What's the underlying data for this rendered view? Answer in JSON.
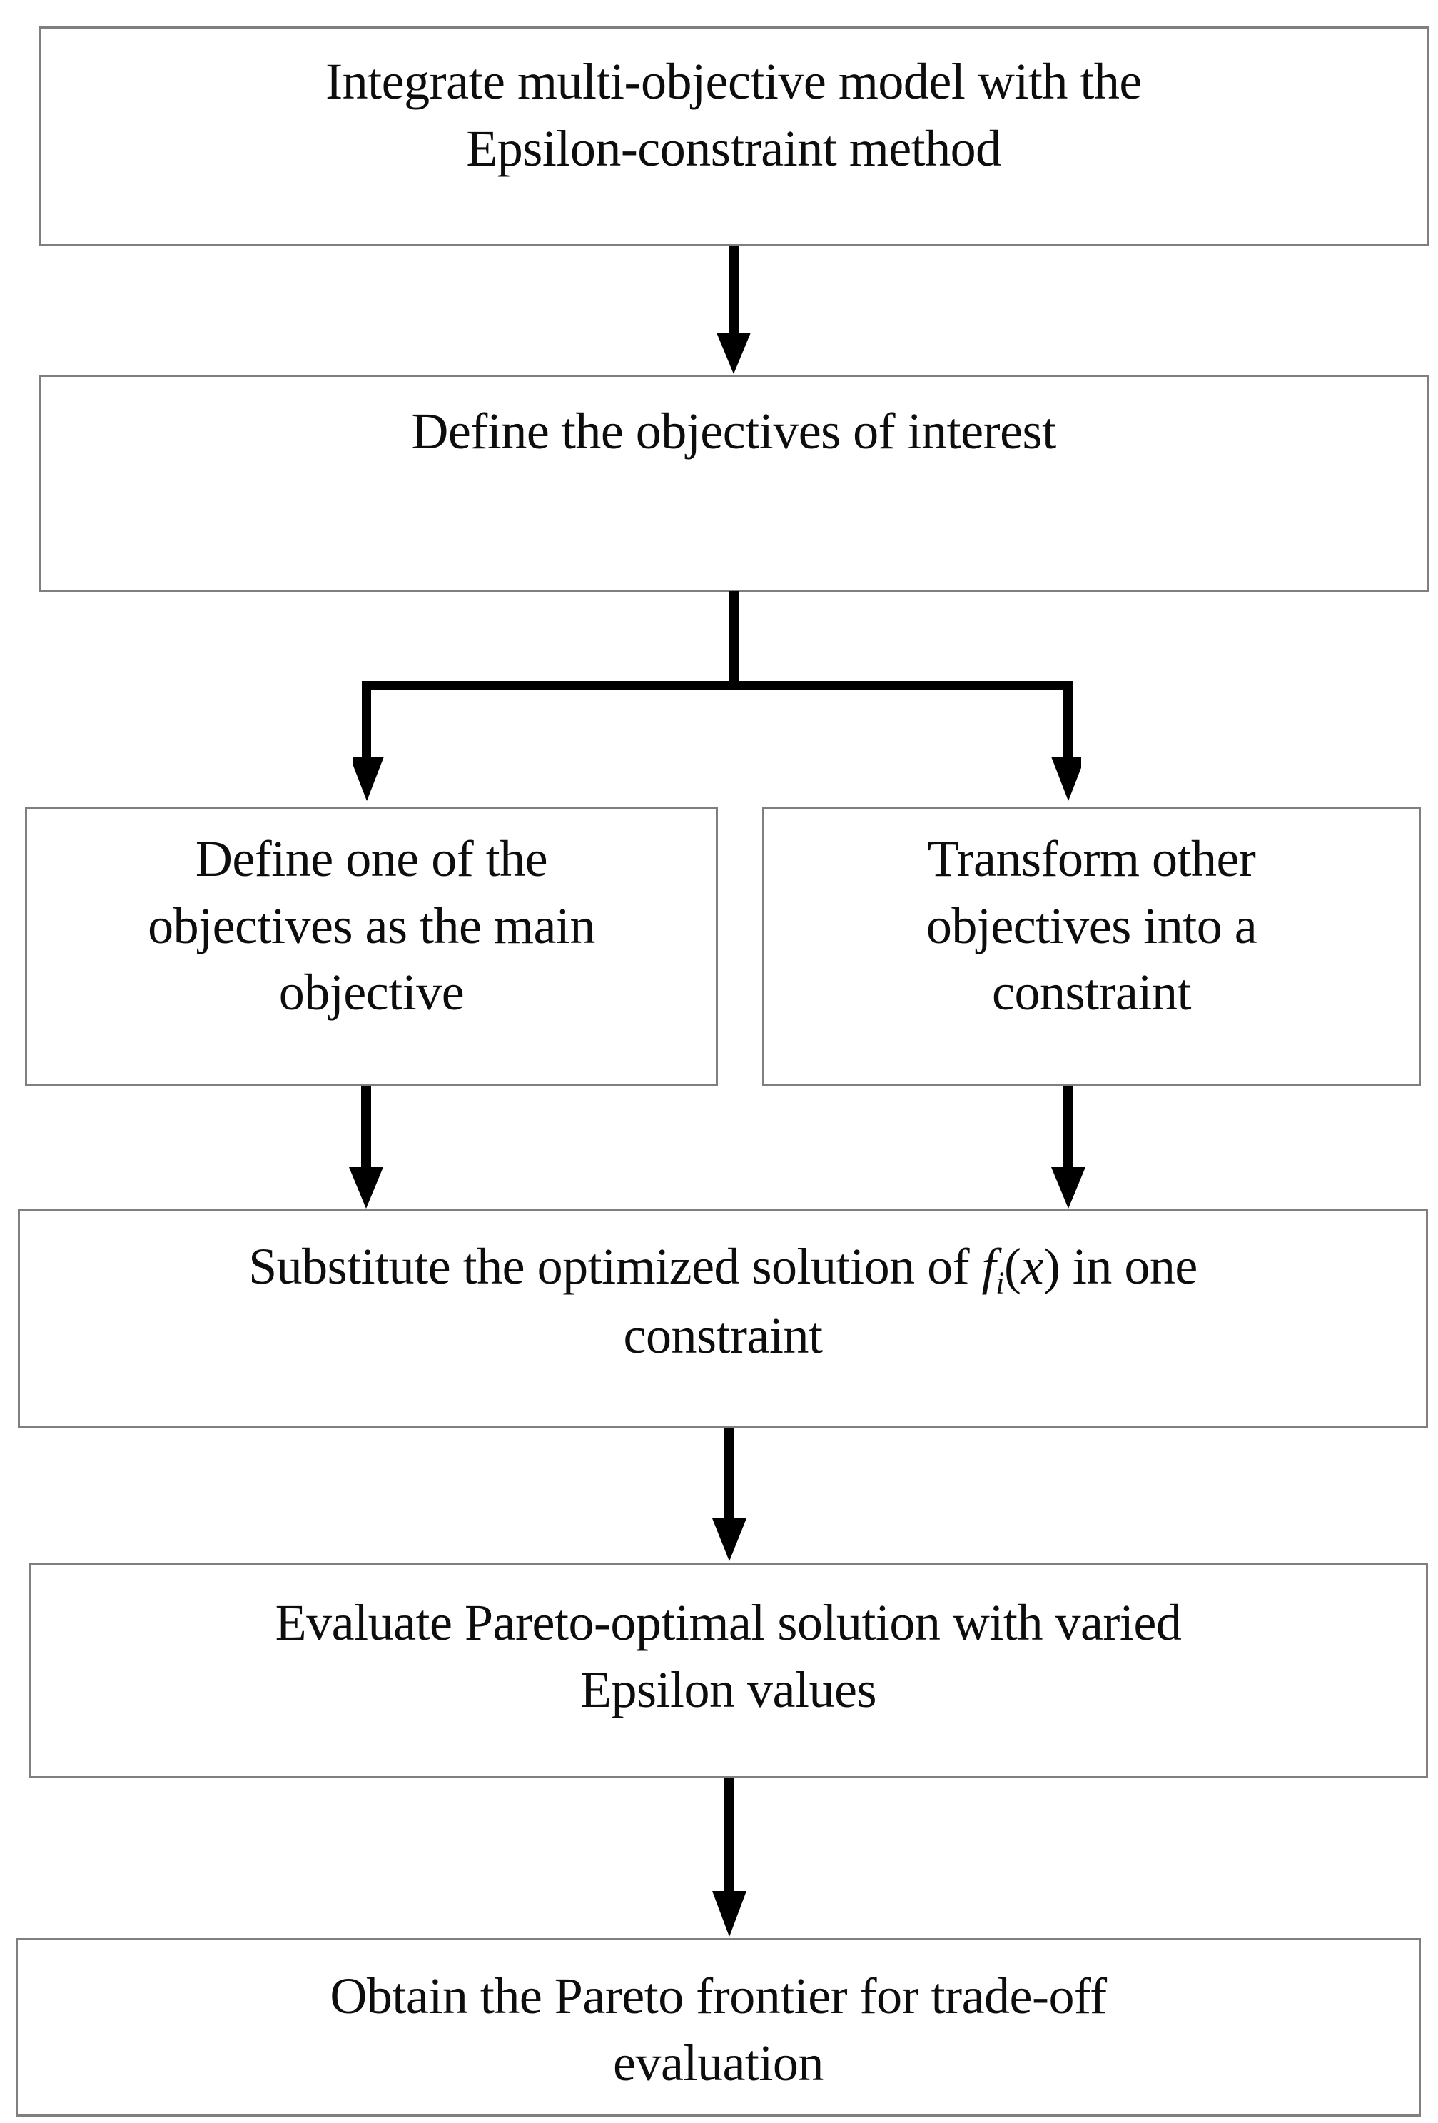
{
  "diagram": {
    "title": "Epsilon-constraint method flowchart",
    "type": "flowchart",
    "orientation": "top-to-bottom",
    "background_color": "#ffffff",
    "box_border_color": "#7f7f7f",
    "text_color": "#0d0d0d",
    "arrow_color": "#000000"
  },
  "nodes": {
    "integrate": {
      "label": "Integrate multi-objective model with the\nEpsilon-constraint method"
    },
    "define_objectives": {
      "label": "Define the objectives of interest"
    },
    "main_objective": {
      "label": "Define one of the\nobjectives as the main\nobjective"
    },
    "transform_objectives": {
      "label": "Transform other\nobjectives into a\nconstraint"
    },
    "substitute": {
      "label_before": "Substitute the optimized solution of ",
      "math_f": "f",
      "math_sub": "i",
      "math_paren_open": "(",
      "math_x": "x",
      "math_paren_close": ")",
      "label_after": " in one\nconstraint"
    },
    "evaluate": {
      "label": "Evaluate Pareto-optimal solution with varied\nEpsilon values"
    },
    "obtain": {
      "label": "Obtain the Pareto frontier for trade-off\nevaluation"
    }
  },
  "connectors": [
    {
      "name": "integrate-to-define",
      "kind": "arrow-down"
    },
    {
      "name": "define-to-branch",
      "kind": "split-tee"
    },
    {
      "name": "branch-to-main-objective",
      "kind": "arrow-down"
    },
    {
      "name": "branch-to-transform",
      "kind": "arrow-down"
    },
    {
      "name": "main-objective-to-substitute",
      "kind": "arrow-down"
    },
    {
      "name": "transform-to-substitute",
      "kind": "arrow-down"
    },
    {
      "name": "substitute-to-evaluate",
      "kind": "arrow-down"
    },
    {
      "name": "evaluate-to-obtain",
      "kind": "arrow-down"
    }
  ]
}
